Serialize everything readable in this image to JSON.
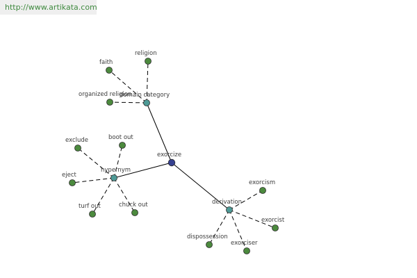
{
  "url": "http://www.artikata.com",
  "colors": {
    "center": "#35408f",
    "relation": "#4e9a96",
    "leaf": "#4c8a3e"
  },
  "graph": {
    "center": {
      "label": "exorcize"
    },
    "relations": [
      {
        "key": "domain",
        "label": "domain category",
        "leaves": [
          "religion",
          "faith",
          "organized religion"
        ]
      },
      {
        "key": "hypernym",
        "label": "hypernym",
        "leaves": [
          "exclude",
          "boot out",
          "eject",
          "turf out",
          "chuck out"
        ]
      },
      {
        "key": "derivation",
        "label": "derivation",
        "leaves": [
          "exorcism",
          "exorcist",
          "exorciser",
          "dispossession"
        ]
      }
    ]
  }
}
